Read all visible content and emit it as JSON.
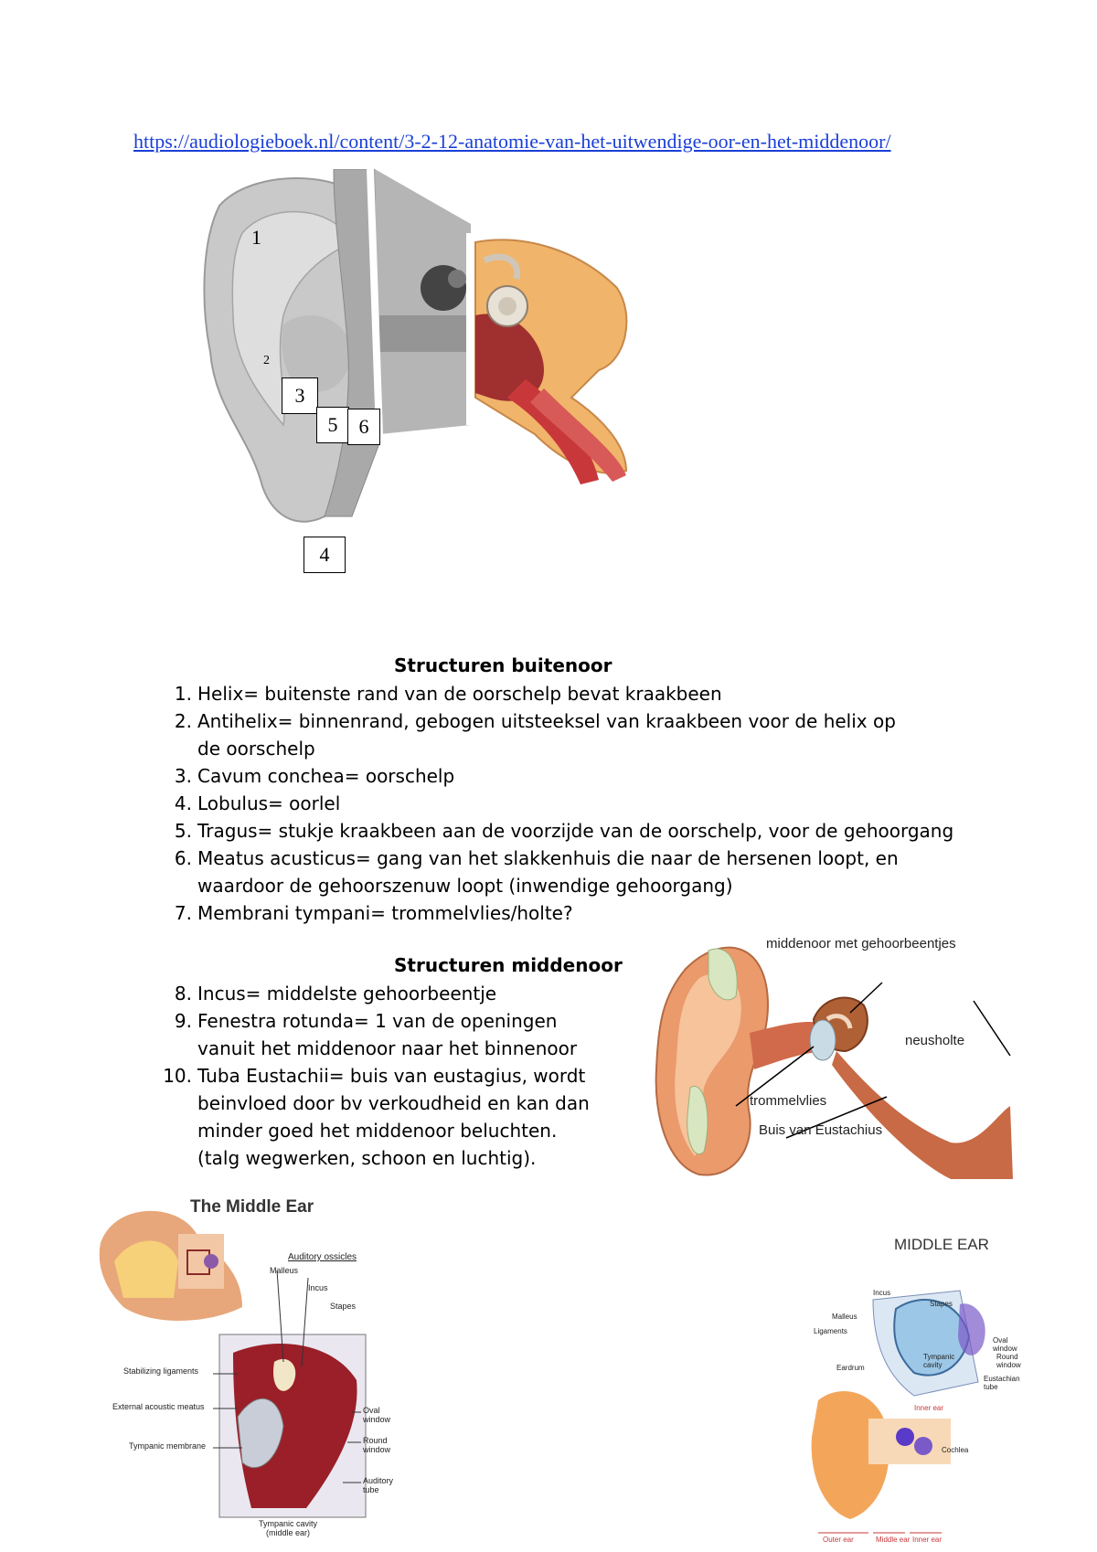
{
  "link": "https://audiologieboek.nl/content/3-2-12-anatomie-van-het-uitwendige-oor-en-het-middenoor/",
  "figure1": {
    "labels": [
      "1",
      "2",
      "3",
      "5",
      "6",
      "4"
    ]
  },
  "section_outer": {
    "title": "Structuren buitenoor",
    "items": [
      {
        "num": "1.",
        "text": "Helix= buitenste rand van de oorschelp bevat kraakbeen"
      },
      {
        "num": "2.",
        "text": "Antihelix= binnenrand, gebogen uitsteeksel van kraakbeen voor de helix op de oorschelp"
      },
      {
        "num": "3.",
        "text": "Cavum conchea= oorschelp"
      },
      {
        "num": "4.",
        "text": "Lobulus= oorlel"
      },
      {
        "num": "5.",
        "text": "Tragus= stukje kraakbeen aan de voorzijde van de oorschelp, voor de gehoorgang"
      },
      {
        "num": "6.",
        "text": "Meatus acusticus= gang van het slakkenhuis die naar de hersenen loopt, en waardoor de gehoorszenuw loopt (inwendige gehoorgang)"
      },
      {
        "num": "7.",
        "text": "Membrani tympani= trommelvlies/holte?"
      }
    ]
  },
  "section_middle": {
    "title": "Structuren middenoor",
    "items": [
      {
        "num": "8.",
        "text": "Incus= middelste gehoorbeentje"
      },
      {
        "num": "9.",
        "text": "Fenestra rotunda= 1 van de openingen vanuit het middenoor naar het binnenoor"
      },
      {
        "num": "10.",
        "text": "Tuba Eustachii= buis van eustagius, wordt beinvloed door bv verkoudheid en kan dan minder goed het middenoor beluchten. (talg wegwerken, schoon en luchtig)."
      }
    ]
  },
  "figure2": {
    "labels": {
      "middenoor": "middenoor met gehoorbeentjes",
      "neusholte": "neusholte",
      "trommelvlies": "trommelvlies",
      "buis": "Buis van Eustachius"
    }
  },
  "figure3": {
    "title": "The Middle Ear",
    "labels": {
      "ossicles": "Auditory ossicles",
      "malleus": "Malleus",
      "incus": "Incus",
      "stapes": "Stapes",
      "stabilizing": "Stabilizing ligaments",
      "meatus": "External acoustic meatus",
      "tympanic": "Tympanic membrane",
      "oval": "Oval window",
      "round": "Round window",
      "auditory_tube": "Auditory tube",
      "cavity": "Tympanic cavity (middle ear)"
    }
  },
  "figure4": {
    "title": "MIDDLE EAR",
    "labels": {
      "incus": "Incus",
      "malleus": "Malleus",
      "stapes": "Stapes",
      "ligaments": "Ligaments",
      "eardrum": "Eardrum",
      "oval": "Oval window",
      "round": "Round window",
      "cavity": "Tympanic cavity",
      "eustachian": "Eustachian tube",
      "cochlea": "Cochlea",
      "inner": "Inner ear",
      "outer_bottom": "Outer ear",
      "middle_bottom": "Middle ear",
      "inner_bottom": "Inner ear"
    }
  },
  "colors": {
    "link": "#1a3fd6",
    "flesh": "#e8946a",
    "bone": "#f2b870",
    "red": "#c8383a",
    "grey": "#b8b8b8"
  }
}
